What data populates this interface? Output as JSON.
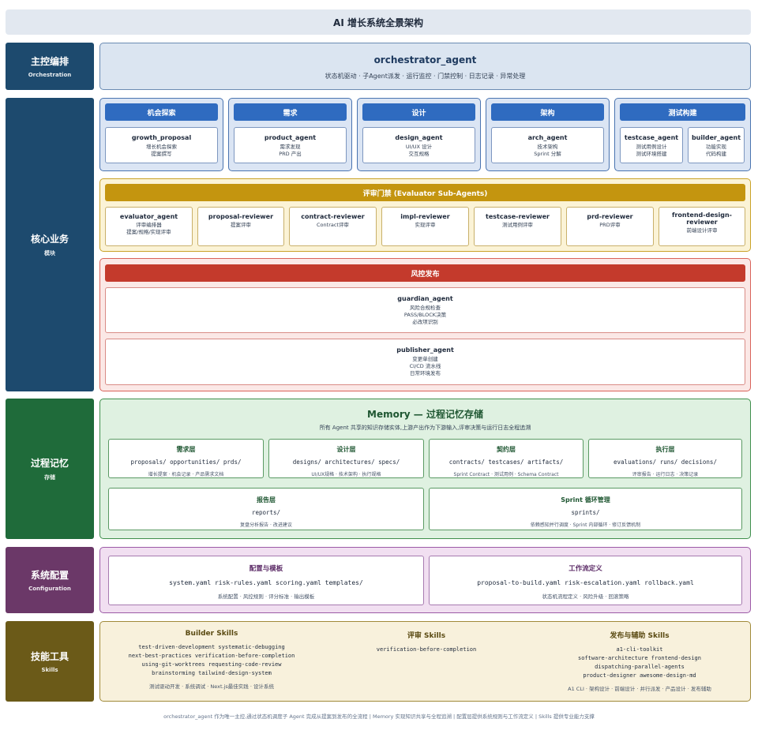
{
  "title": "AI 增长系统全景架构",
  "rows": {
    "orchestration": {
      "zh": "主控编排",
      "en": "Orchestration"
    },
    "core": {
      "zh": "核心业务",
      "en": "模块"
    },
    "memory": {
      "zh": "过程记忆",
      "en": "存储"
    },
    "config": {
      "zh": "系统配置",
      "en": "Configuration"
    },
    "skills": {
      "zh": "技能工具",
      "en": "Skills"
    }
  },
  "orchestrator": {
    "name": "orchestrator_agent",
    "desc": "状态机驱动 · 子Agent派发 · 运行监控 · 门禁控制 · 日志记录 · 异常处理"
  },
  "groups": [
    {
      "title": "机会探索",
      "agents": [
        {
          "name": "growth_proposal",
          "lines": [
            "增长机会探索",
            "提案撰写"
          ]
        }
      ]
    },
    {
      "title": "需求",
      "agents": [
        {
          "name": "product_agent",
          "lines": [
            "需求发现",
            "PRD 产出"
          ]
        }
      ]
    },
    {
      "title": "设计",
      "agents": [
        {
          "name": "design_agent",
          "lines": [
            "UI/UX 设计",
            "交互规格"
          ]
        }
      ]
    },
    {
      "title": "架构",
      "agents": [
        {
          "name": "arch_agent",
          "lines": [
            "技术架构",
            "Sprint 分解"
          ]
        }
      ]
    },
    {
      "title": "测试构建",
      "agents": [
        {
          "name": "testcase_agent",
          "lines": [
            "测试用例设计",
            "测试环境搭建"
          ]
        },
        {
          "name": "builder_agent",
          "lines": [
            "功能实现",
            "代码构建"
          ]
        }
      ]
    }
  ],
  "evaluator": {
    "title": "评审门禁 (Evaluator Sub-Agents)",
    "agents": [
      {
        "name": "evaluator_agent",
        "lines": [
          "评审编排器",
          "提案/规格/实现评审"
        ]
      },
      {
        "name": "proposal-reviewer",
        "lines": [
          "提案评审"
        ]
      },
      {
        "name": "contract-reviewer",
        "lines": [
          "Contract评审"
        ]
      },
      {
        "name": "impl-reviewer",
        "lines": [
          "实现评审"
        ]
      },
      {
        "name": "testcase-reviewer",
        "lines": [
          "测试用例评审"
        ]
      },
      {
        "name": "prd-reviewer",
        "lines": [
          "PRD评审"
        ]
      },
      {
        "name": "frontend-design-reviewer",
        "lines": [
          "前端设计评审"
        ]
      }
    ]
  },
  "risk": {
    "title": "风控发布",
    "agents": [
      {
        "name": "guardian_agent",
        "lines": [
          "风险合规检查",
          "PASS/BLOCK决策",
          "必改项识别"
        ]
      },
      {
        "name": "publisher_agent",
        "lines": [
          "变更单创建",
          "CI/CD 流水线",
          "日常环境发布"
        ]
      }
    ]
  },
  "memory": {
    "title": "Memory — 过程记忆存储",
    "subtitle": "所有 Agent 共享的知识存储实体,上游产出作为下游输入,评审决策与运行日志全程追溯",
    "layers": [
      {
        "name": "需求层",
        "paths": "proposals/ opportunities/ prds/",
        "desc": "增长提案 · 机会记录 · 产品需求文档"
      },
      {
        "name": "设计层",
        "paths": "designs/ architectures/ specs/",
        "desc": "UI/UX规格 · 技术架构 · 执行规格"
      },
      {
        "name": "契约层",
        "paths": "contracts/ testcases/ artifacts/",
        "desc": "Sprint Contract · 测试用例 · Schema Contract"
      },
      {
        "name": "执行层",
        "paths": "evaluations/ runs/ decisions/",
        "desc": "评审报告 · 运行日志 · 决策记录"
      },
      {
        "name": "报告层",
        "paths": "reports/",
        "desc": "复盘分析报告 · 改进建议"
      },
      {
        "name": "Sprint 循环管理",
        "paths": "sprints/",
        "desc": "依赖感知并行调度 · Sprint 内部循环 · 修订反馈机制"
      }
    ]
  },
  "config": [
    {
      "name": "配置与模板",
      "files": "system.yaml risk-rules.yaml scoring.yaml templates/",
      "desc": "系统配置 · 风控规则 · 评分标准 · 输出模板"
    },
    {
      "name": "工作流定义",
      "files": "proposal-to-build.yaml risk-escalation.yaml rollback.yaml",
      "desc": "状态机流程定义 · 风险升级 · 回滚策略"
    }
  ],
  "skills": [
    {
      "name": "Builder Skills",
      "items": [
        "test-driven-development systematic-debugging",
        "next-best-practices verification-before-completion",
        "using-git-worktrees requesting-code-review",
        "brainstorming tailwind-design-system"
      ],
      "desc": "测试驱动开发 · 系统调试 · Next.js最佳实践 · 设计系统"
    },
    {
      "name": "评审 Skills",
      "items": [
        "verification-before-completion"
      ],
      "desc": ""
    },
    {
      "name": "发布与辅助 Skills",
      "items": [
        "a1-cli-toolkit",
        "software-architecture frontend-design",
        "dispatching-parallel-agents",
        "product-designer awesome-design-md"
      ],
      "desc": "A1 CLI · 架构设计 · 前端设计 · 并行派发 · 产品设计 · 发布辅助"
    }
  ],
  "footer": "orchestrator_agent 作为唯一主控,通过状态机调度子 Agent 完成从提案到发布的全流程 | Memory 实现知识共享与全程追溯 | 配置层提供系统规则与工作流定义 | Skills 提供专业能力支撑"
}
